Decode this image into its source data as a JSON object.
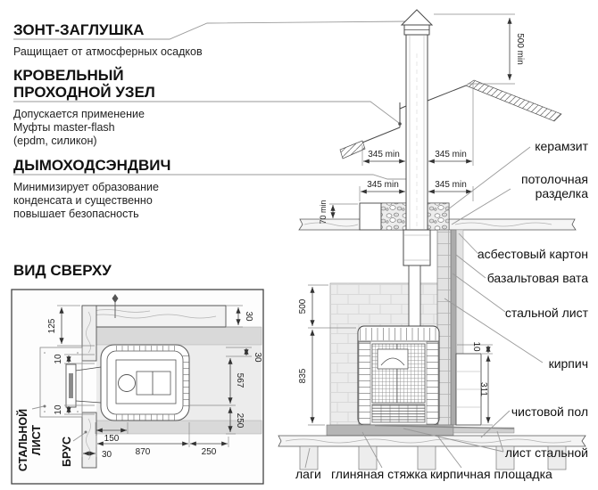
{
  "colors": {
    "ink": "#111111",
    "drawing_line": "#4a4a4a",
    "leader_line": "#9a9a9a",
    "wall_fill": "#ececec",
    "platform_fill": "#b5b5b5",
    "paper": "#ffffff"
  },
  "annotations": {
    "zont": {
      "title": "ЗОНТ-ЗАГЛУШКА",
      "desc": "Ращищает от атмосферных осадков"
    },
    "uzel": {
      "title1": "КРОВЕЛЬНЫЙ",
      "title2": "ПРОХОДНОЙ УЗЕЛ",
      "desc1": "Допускается применение",
      "desc2": "Муфты master-flash",
      "desc3": "(epdm, силикон)"
    },
    "sandwich": {
      "title": "ДЫМОХОДСЭНДВИЧ",
      "desc1": "Минимизирует образование",
      "desc2": "конденсата и существенно",
      "desc3": "повышает безопасность"
    },
    "top_view_title": "ВИД СВЕРХУ"
  },
  "materials": {
    "keramzit": "керамзит",
    "potolochnaya1": "потолочная",
    "potolochnaya2": "разделка",
    "asbest": "асбестовый картон",
    "bazalt": "базальтовая вата",
    "stalnoy_list": "стальной лист",
    "kirpich": "кирпич",
    "chistovoy_pol": "чистовой пол",
    "list_stalnoy": "лист стальной",
    "lagi": "лаги",
    "glina": "глиняная стяжка",
    "ploschadka": "кирпичная площадка"
  },
  "dims": {
    "h500min": "500 min",
    "w345min": "345 min",
    "h70min": "70 min",
    "h500": "500",
    "h835": "835",
    "g10": "10",
    "h311": "311"
  },
  "top_view": {
    "labels": {
      "steel1": "СТАЛЬНОЙ",
      "steel2": "ЛИСТ",
      "brus": "БРУС"
    },
    "dims": {
      "d125": "125",
      "d10": "10",
      "d30": "30",
      "d567": "567",
      "d250": "250",
      "d150": "150",
      "d870": "870"
    }
  }
}
